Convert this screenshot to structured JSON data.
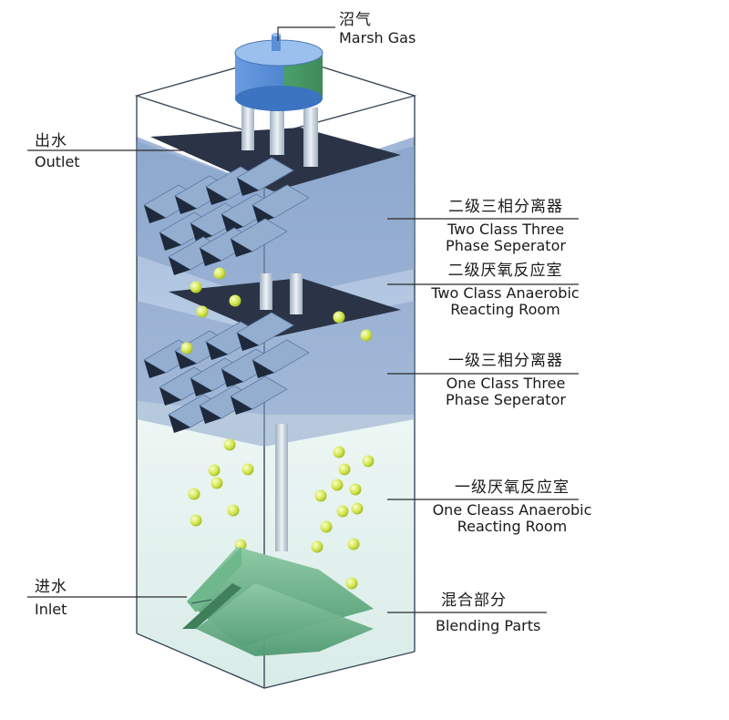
{
  "labels": {
    "marsh_gas": {
      "zh": "沼气",
      "en": "Marsh Gas"
    },
    "outlet": {
      "zh": "出水",
      "en": "Outlet"
    },
    "two_class_separator": {
      "zh": "二级三相分离器",
      "en_line1": "Two Class Three",
      "en_line2": "Phase Seperator"
    },
    "two_class_room": {
      "zh": "二级厌氧反应室",
      "en_line1": "Two Class Anaerobic",
      "en_line2": "Reacting Room"
    },
    "one_class_separator": {
      "zh": "一级三相分离器",
      "en_line1": "One Class Three",
      "en_line2": "Phase Seperator"
    },
    "one_class_room": {
      "zh": "一级厌氧反应室",
      "en_line1": "One Cleass Anaerobic",
      "en_line2": "Reacting Room"
    },
    "inlet": {
      "zh": "进水",
      "en": "Inlet"
    },
    "blending": {
      "zh": "混合部分",
      "en": "Blending Parts"
    }
  },
  "colors": {
    "tank_edge": "#3a4a5a",
    "water_upper": "#9db6d8",
    "water_lower": "#e3f1ee",
    "separator_plate": "#8aa3c4",
    "separator_shadow": "#1e2a3c",
    "gas_cap_blue": "#5b8fd6",
    "gas_cap_green": "#4f9a5c",
    "pipe": "#c8d3dc",
    "bubble": "#d6e85a",
    "blender": "#6cb08a"
  }
}
